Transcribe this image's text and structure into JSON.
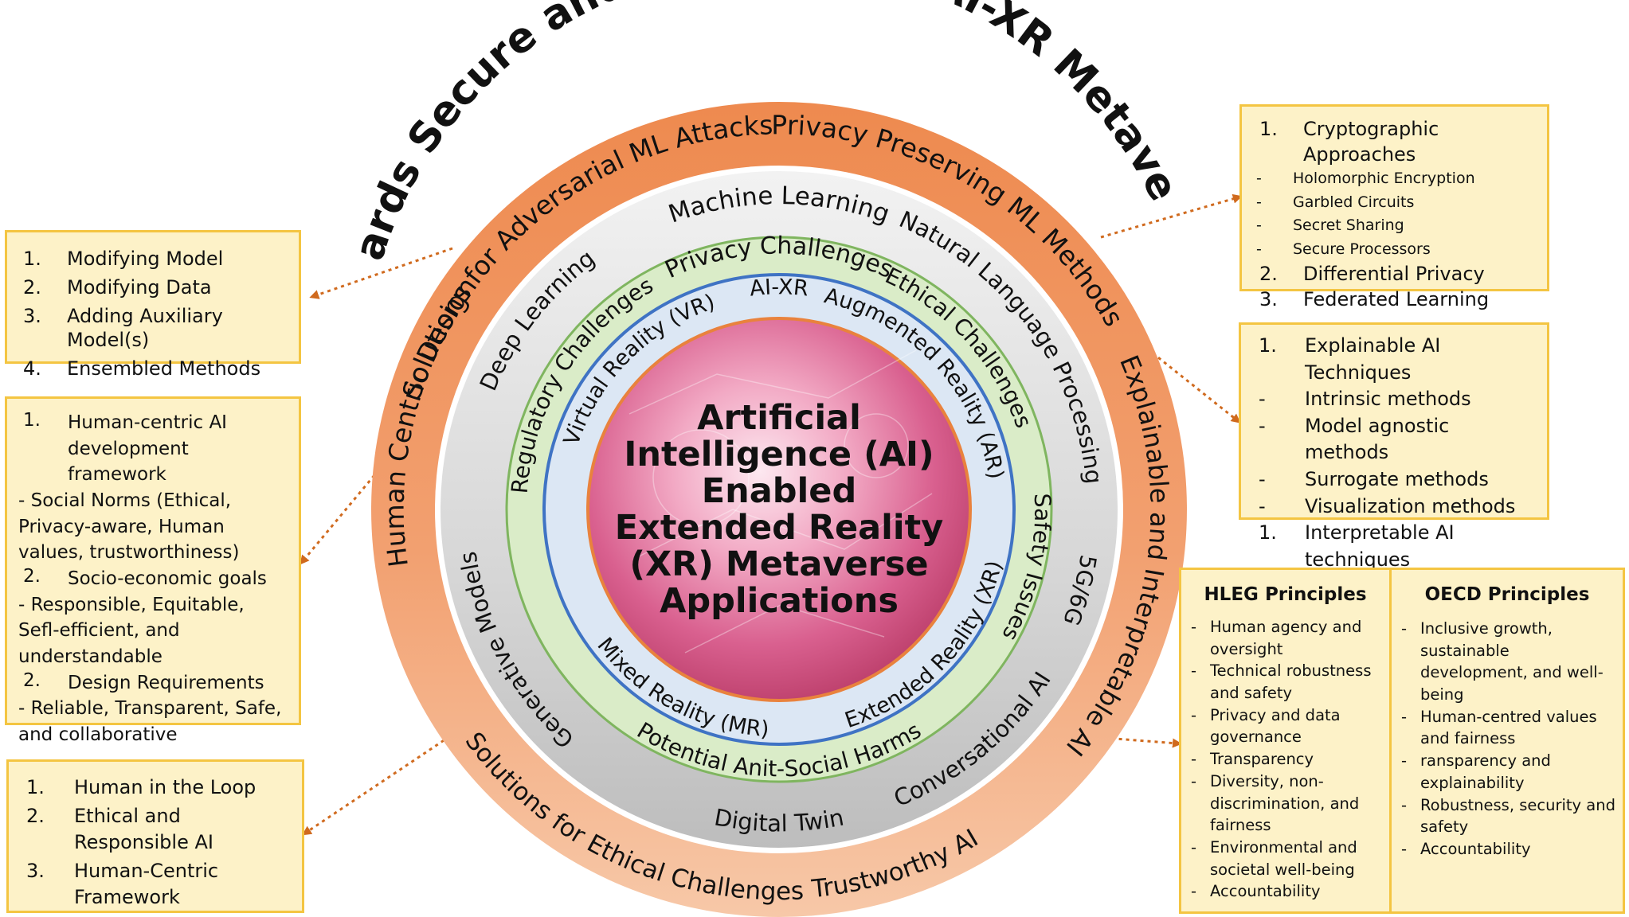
{
  "diagram": {
    "title": "Towards Secure and Trustworthy AI-XR Metaverses",
    "center_text": [
      "Artificial",
      "Intelligence (AI)",
      "Enabled",
      "Extended Reality",
      "(XR) Metaverse",
      "Applications"
    ],
    "rings": {
      "outer": [
        "Solutions for Adversarial ML Attacks",
        "Privacy Preserving ML Methods",
        "Explainable and Interpretable AI",
        "Trustworthy AI",
        "Solutions for Ethical Challenges",
        "Human Centric Design"
      ],
      "grey": [
        "Machine Learning",
        "Natural Language Processing",
        "5G/6G",
        "Conversational AI",
        "Digital Twin",
        "Generative Models",
        "Deep Learning"
      ],
      "green": [
        "Privacy Challenges",
        "Ethical Challenges",
        "Safety Issues",
        "Potential Anit-Social Harms",
        "Regulatory Challenges"
      ],
      "blue": [
        "AI-XR",
        "Augmented Reality (AR)",
        "Extended Reality (XR)",
        "Mixed Reality (MR)",
        "Virtual Reality (VR)"
      ]
    },
    "colors": {
      "outer_ring": "#f08d52",
      "grey_ring": "#c9c9c9",
      "green_ring": "#daecc8",
      "green_border": "#7fb55f",
      "blue_ring": "#dce7f4",
      "blue_border": "#3f73c4",
      "center_border": "#e9823d",
      "connector": "#d06a1e",
      "box_fill": "#fdf2c8",
      "box_border": "#f4c542"
    }
  },
  "boxes": {
    "adversarial": {
      "items": [
        {
          "num": "1.",
          "text": "Modifying Model"
        },
        {
          "num": "2.",
          "text": "Modifying Data"
        },
        {
          "num": "3.",
          "text": "Adding Auxiliary Model(s)"
        },
        {
          "num": "4.",
          "text": "Ensembled Methods"
        }
      ]
    },
    "human_centric": {
      "h1_num": "1.",
      "h1": "Human-centric AI development framework",
      "l1": "- Social Norms (Ethical, Privacy-aware, Human values, trustworthiness)",
      "h2_num": "2.",
      "h2": "Socio-economic goals",
      "l2": "- Responsible, Equitable, Sefl-efficient, and understandable",
      "h3_num": "2.",
      "h3": "Design Requirements",
      "l3": "- Reliable, Transparent, Safe, and collaborative"
    },
    "ethical": {
      "items": [
        {
          "num": "1.",
          "text": "Human in the Loop"
        },
        {
          "num": "2.",
          "text": "Ethical and Responsible AI"
        },
        {
          "num": "3.",
          "text": "Human-Centric Framework"
        }
      ]
    },
    "privacy": {
      "i1_num": "1.",
      "i1": "Cryptographic Approaches",
      "subs": [
        "Holomorphic Encryption",
        "Garbled Circuits",
        "Secret Sharing",
        "Secure Processors"
      ],
      "dash": "-",
      "i2_num": "2.",
      "i2": "Differential Privacy",
      "i3_num": "3.",
      "i3": "Federated Learning"
    },
    "explainable": {
      "items": [
        {
          "num": "1.",
          "text": "Explainable AI Techniques"
        },
        {
          "num": "-",
          "text": "Intrinsic methods"
        },
        {
          "num": "-",
          "text": "Model agnostic  methods"
        },
        {
          "num": "-",
          "text": "Surrogate methods"
        },
        {
          "num": "-",
          "text": "Visualization methods"
        },
        {
          "num": "1.",
          "text": "Interpretable AI techniques"
        }
      ]
    },
    "principles": {
      "hleg_title": "HLEG Principles",
      "hleg": [
        "Human agency and oversight",
        "Technical robustness and safety",
        "Privacy and data governance",
        "Transparency",
        "Diversity, non-discrimination, and fairness",
        "Environmental and societal well-being",
        "Accountability"
      ],
      "oecd_title": "OECD Principles",
      "oecd": [
        "Inclusive growth, sustainable development, and well-being",
        "Human-centred values and fairness",
        "ransparency and explainability",
        "Robustness, security and safety",
        "Accountability"
      ],
      "dash": "-"
    }
  }
}
